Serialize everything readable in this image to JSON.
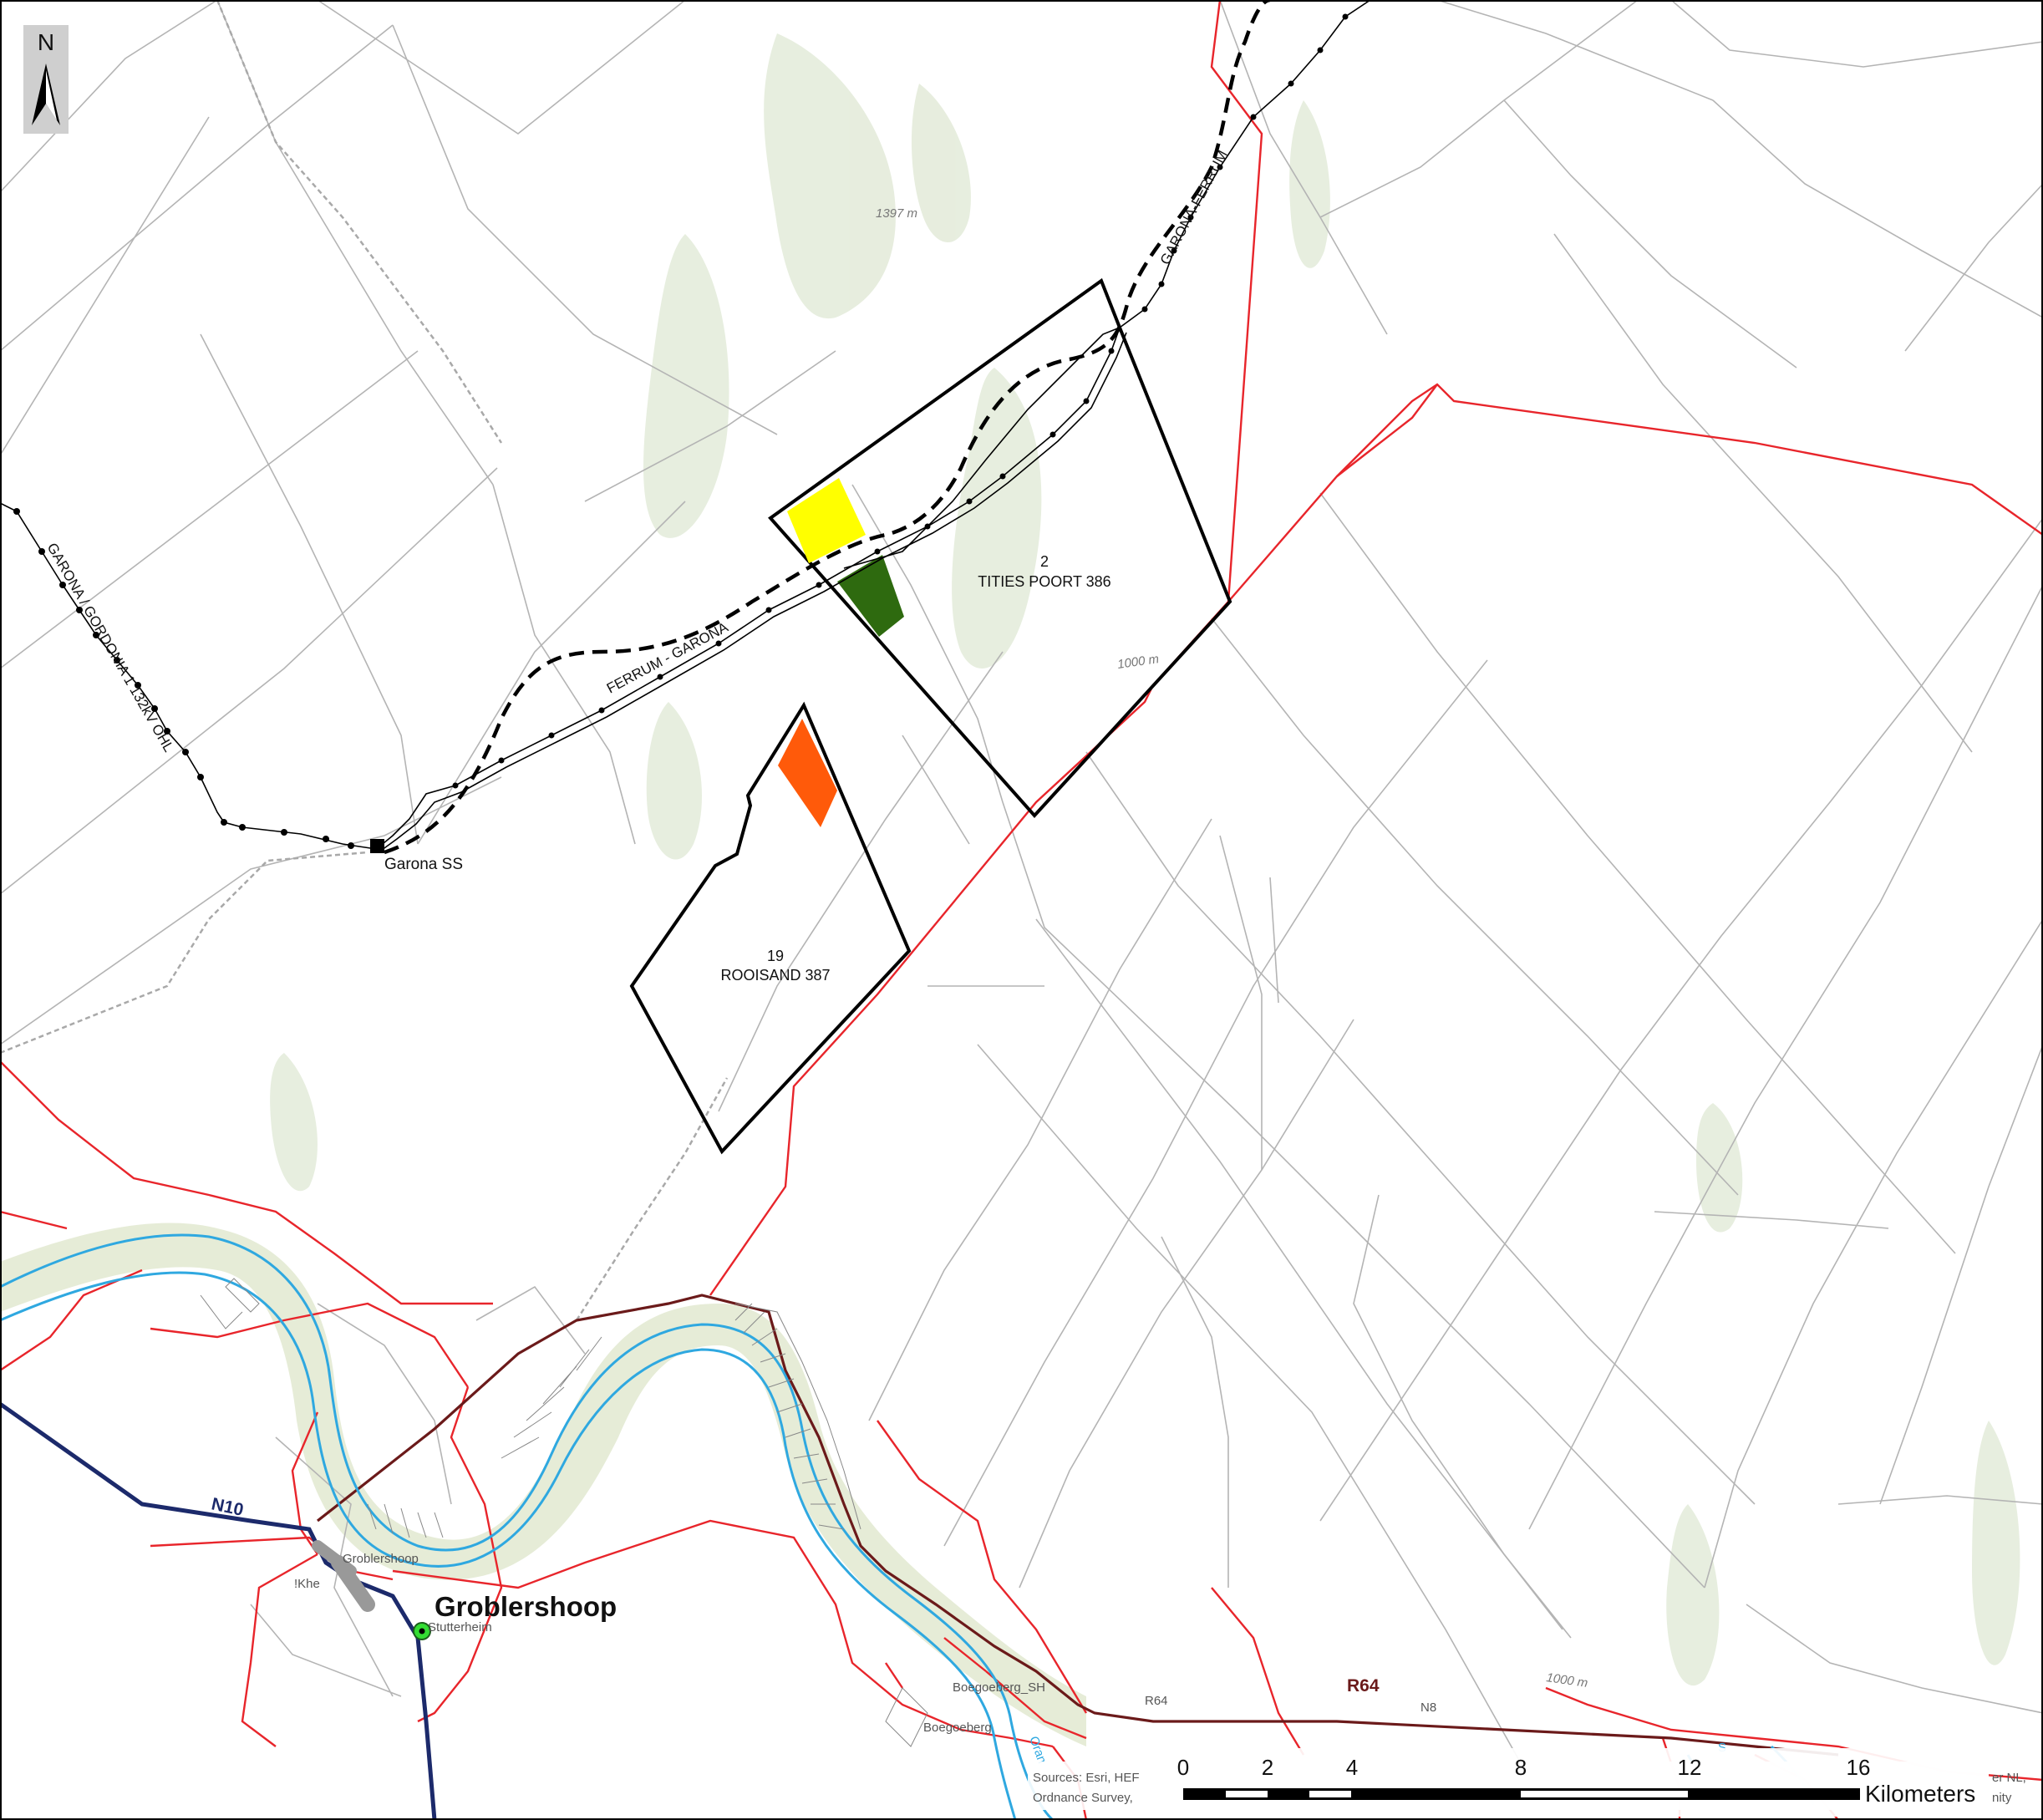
{
  "north_arrow": {
    "label": "N"
  },
  "farms": [
    {
      "number": "2",
      "name": "TITIES POORT 386"
    },
    {
      "number": "19",
      "name": "ROOISAND 387"
    }
  ],
  "power_lines": {
    "garona_gordonia": "GARONA / GORDONIA 1 132kV OHL",
    "ferrum_garona": "FERRUM - GARONA",
    "garona_ferrum": "GARONA-FERRUM"
  },
  "substation": {
    "name": "Garona SS"
  },
  "town": {
    "name": "Groblershoop"
  },
  "places": {
    "groblershoop_small": "Groblershoop",
    "ikheis": "!Khe",
    "stutterheim": "Stutterheim",
    "boegoeberg_sh": "Boegoeberg_SH",
    "boegoeberg": "Boegoeberg",
    "orange_river": "Oran",
    "river_s": "S"
  },
  "roads": {
    "n10": "N10",
    "r64": "R64",
    "r64_small": "R64",
    "n8": "N8"
  },
  "elevations": {
    "peak": "1397 m",
    "contour_mid": "1000 m",
    "contour_south": "1000 m"
  },
  "scale_bar": {
    "ticks": [
      "0",
      "2",
      "4",
      "8",
      "12",
      "16"
    ],
    "unit": "Kilometers"
  },
  "attribution": {
    "line1": "Sources: Esri, HEF",
    "line2": "Ordnance Survey,",
    "suffix1": "er NL,",
    "suffix2": "nity"
  },
  "colors": {
    "boundary_red": "#e8252b",
    "road_maroon": "#6b1a1a",
    "road_n10": "#1c2a6b",
    "river": "#2fa8e0",
    "yellow_area": "#ffff00",
    "green_area": "#2e6a0f",
    "orange_area": "#ff5a0a"
  }
}
